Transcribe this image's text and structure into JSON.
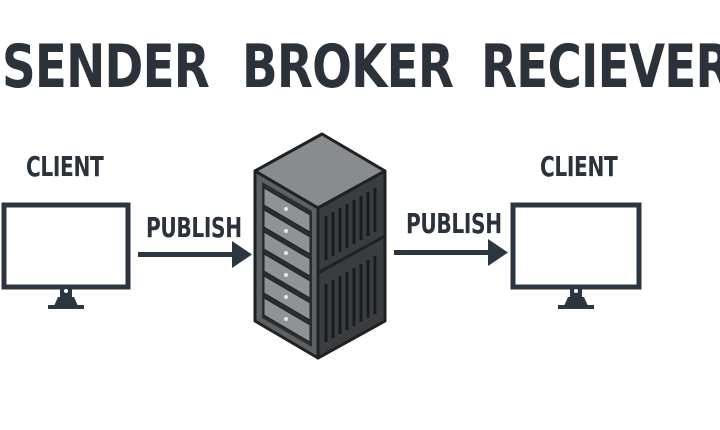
{
  "headings": {
    "sender": "SENDER",
    "broker": "BROKER",
    "receiver": "RECIEVER"
  },
  "sender_client": {
    "label": "CLIENT"
  },
  "receiver_client": {
    "label": "CLIENT"
  },
  "arrows": {
    "left_label": "PUBLISH",
    "right_label": "PUBLISH"
  },
  "colors": {
    "text": "#2b323a",
    "monitor_frame": "#2d3640",
    "server_body": "#5f6062",
    "server_top": "#8a8b8d",
    "drive_bay": "#909294"
  },
  "icons": {
    "sender_monitor": "monitor-icon",
    "broker_server": "server-rack-icon",
    "receiver_monitor": "monitor-icon"
  }
}
